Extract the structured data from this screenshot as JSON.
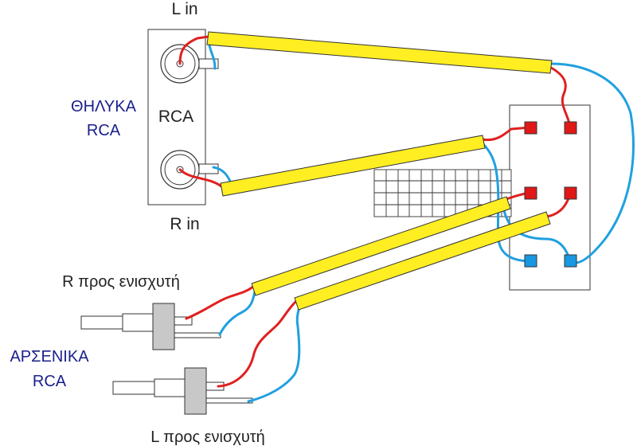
{
  "labels": {
    "l_in": "L in",
    "rca": "RCA",
    "r_in": "R in",
    "female_rca_line1": "ΘΗΛΥΚΑ",
    "female_rca_line2": "RCA",
    "r_to_amp": "R προς ενισχυτή",
    "male_rca_line1": "ΑΡΣΕΝΙΚΑ",
    "male_rca_line2": "RCA",
    "l_to_amp": "L προς ενισχυτή"
  },
  "colors": {
    "cable": "#ffee22",
    "wire_red": "#e02020",
    "wire_blue": "#20a0e0",
    "pad_red": "#e01818",
    "pad_blue": "#1898e0",
    "plug_body": "#c8c8c8",
    "greek_label": "#1a1f8c"
  }
}
